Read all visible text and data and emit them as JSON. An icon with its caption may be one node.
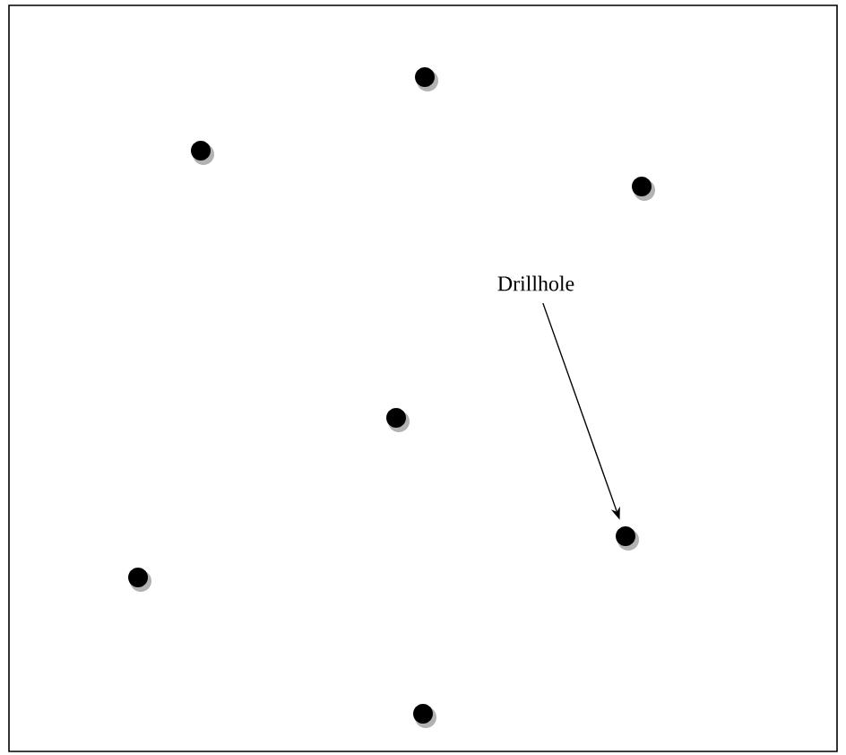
{
  "diagram": {
    "nodes": [
      {
        "text": [
          "Drillhole"
        ]
      },
      {
        "text": [],
        "shape": "circle"
      },
      {
        "text": [],
        "shape": "circle"
      },
      {
        "text": [],
        "shape": "circle"
      },
      {
        "text": [],
        "shape": "circle"
      },
      {
        "text": [],
        "shape": "circle"
      },
      {
        "text": [],
        "shape": "circle"
      },
      {
        "text": [],
        "shape": "circle"
      }
    ],
    "edges": [
      {
        "from": 0,
        "to": 5,
        "arrow": "to"
      }
    ]
  }
}
